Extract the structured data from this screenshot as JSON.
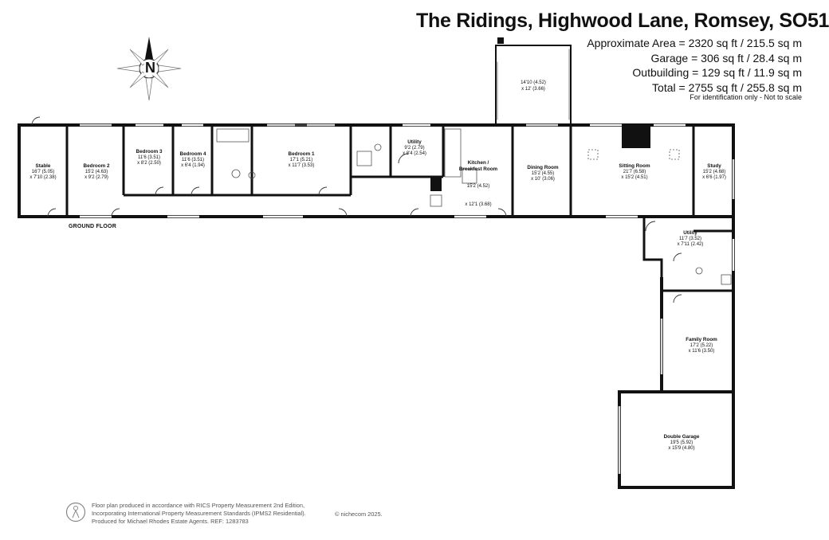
{
  "header": {
    "title": "The Ridings, Highwood Lane, Romsey, SO51",
    "areas": [
      "Approximate Area = 2320 sq ft / 215.5 sq m",
      "Garage  = 306 sq ft / 28.4 sq m",
      "Outbuilding = 129 sq ft / 11.9 sq m",
      "Total = 2755 sq ft / 255.8 sq m"
    ],
    "note": "For identification only - Not to scale"
  },
  "compass": {
    "label": "N",
    "icon": "compass-rose-icon"
  },
  "floor_label": "GROUND FLOOR",
  "rooms": [
    {
      "id": "stable",
      "name": "Stable",
      "dims": [
        "16'7 (5.05)",
        "x 7'10 (2.38)"
      ]
    },
    {
      "id": "bedroom-2",
      "name": "Bedroom 2",
      "dims": [
        "15'2 (4.63)",
        "x 9'2 (2.79)"
      ]
    },
    {
      "id": "bedroom-3",
      "name": "Bedroom 3",
      "dims": [
        "11'6 (3.51)",
        "x 8'2 (2.50)"
      ]
    },
    {
      "id": "bedroom-4",
      "name": "Bedroom 4",
      "dims": [
        "11'6 (3.51)",
        "x 6'4 (1.94)"
      ]
    },
    {
      "id": "bedroom-1",
      "name": "Bedroom 1",
      "dims": [
        "17'1 (5.21)",
        "x 11'7 (3.53)"
      ]
    },
    {
      "id": "utility-1",
      "name": "Utility",
      "dims": [
        "9'2 (2.79)",
        "x 8'4 (2.54)"
      ]
    },
    {
      "id": "kitchen",
      "name": "Kitchen /\nBreakfast Room",
      "dims": [
        "15'2 (4.52)",
        "x 12'1 (3.68)"
      ]
    },
    {
      "id": "conservatory",
      "name": "",
      "dims": [
        "14'10 (4.52)",
        "x 12' (3.66)"
      ]
    },
    {
      "id": "dining-room",
      "name": "Dining Room",
      "dims": [
        "15'2 (4.55)",
        "x 10' (3.06)"
      ]
    },
    {
      "id": "sitting-room",
      "name": "Sitting Room",
      "dims": [
        "21'7 (6.58)",
        "x 15'2 (4.51)"
      ]
    },
    {
      "id": "study",
      "name": "Study",
      "dims": [
        "15'2 (4.68)",
        "x 6'6 (1.97)"
      ]
    },
    {
      "id": "utility-2",
      "name": "Utility",
      "dims": [
        "11'7 (3.52)",
        "x 7'11 (2.42)"
      ]
    },
    {
      "id": "family-room",
      "name": "Family Room",
      "dims": [
        "17'2 (5.22)",
        "x 11'6 (3.50)"
      ]
    },
    {
      "id": "double-garage",
      "name": "Double Garage",
      "dims": [
        "19'5 (5.92)",
        "x 15'9 (4.80)"
      ]
    }
  ],
  "footer": {
    "lines": [
      "Floor plan produced in accordance with RICS Property Measurement 2nd Edition,",
      "Incorporating International Property Measurement Standards (IPMS2 Residential).",
      "Produced for Michael Rhodes Estate Agents.   REF: 1283783"
    ],
    "copyright": "© nichecom 2025."
  }
}
